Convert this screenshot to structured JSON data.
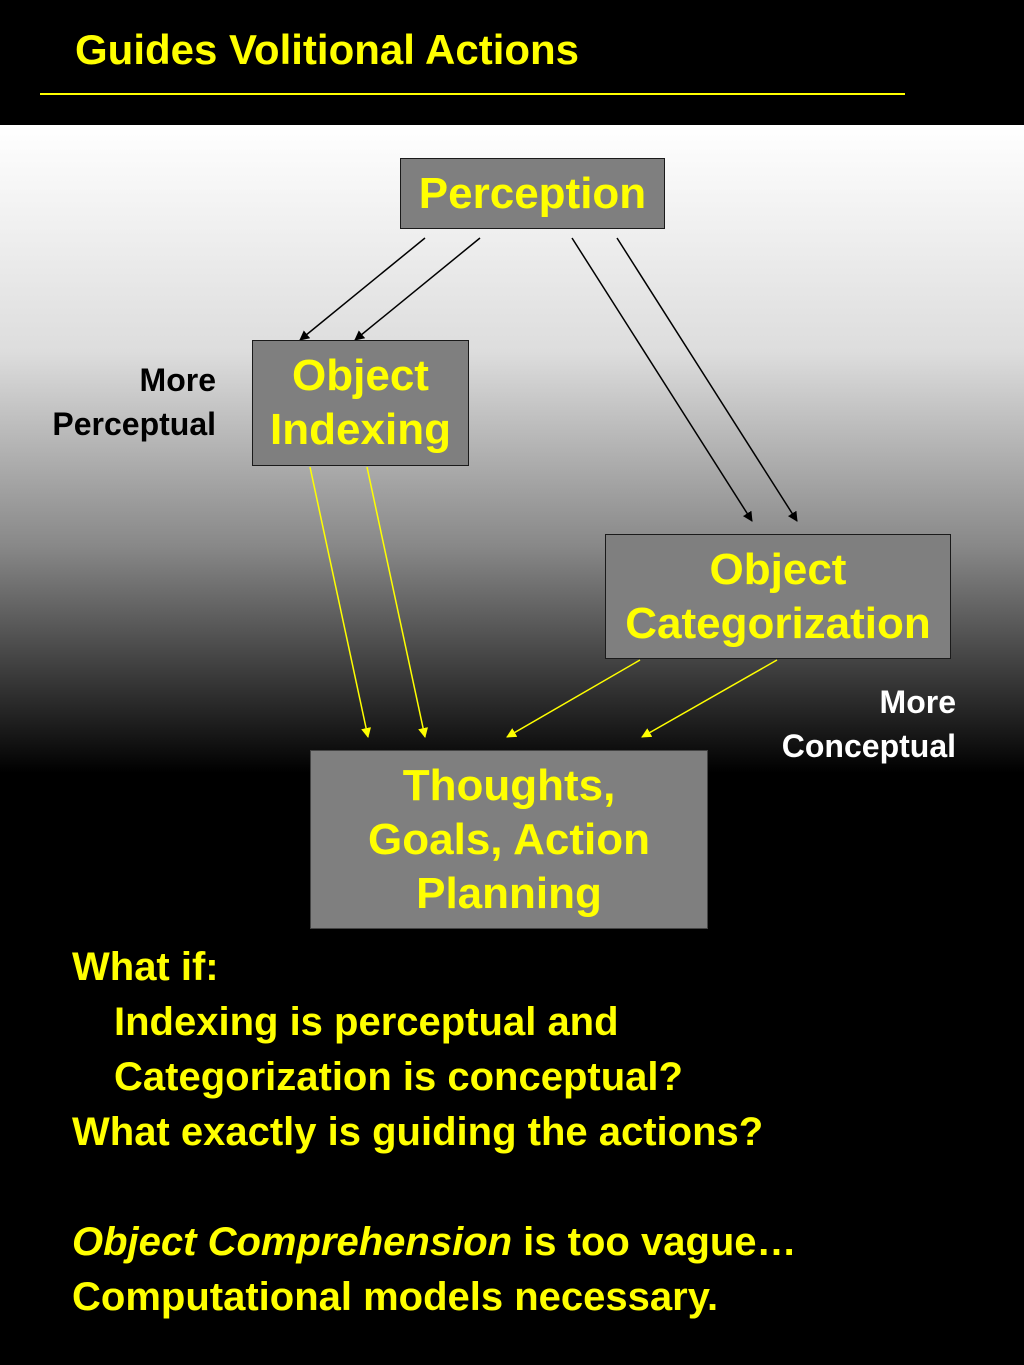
{
  "header": {
    "title": "Guides Volitional Actions"
  },
  "diagram": {
    "nodes": {
      "perception": {
        "lines": [
          "Perception"
        ]
      },
      "indexing": {
        "lines": [
          "Object",
          "Indexing"
        ]
      },
      "categorization": {
        "lines": [
          "Object",
          "Categorization"
        ]
      },
      "thoughts": {
        "lines": [
          "Thoughts,",
          "Goals, Action",
          "Planning"
        ]
      }
    },
    "labels": {
      "perceptual": {
        "lines": [
          "More",
          "Perceptual"
        ]
      },
      "conceptual": {
        "lines": [
          "More",
          "Conceptual"
        ]
      }
    },
    "colors": {
      "text": "#ffff00",
      "box": "#7f7f7f",
      "arrow_dark": "#000000",
      "arrow_light": "#ffff00"
    }
  },
  "notes": {
    "what_if": "What if:",
    "indent_1": "Indexing is perceptual and",
    "indent_2": "Categorization is conceptual?",
    "question": "What exactly is guiding the actions?",
    "vague_em": "Object Comprehension",
    "vague_rest": " is too vague…",
    "conclusion": "Computational models necessary."
  }
}
